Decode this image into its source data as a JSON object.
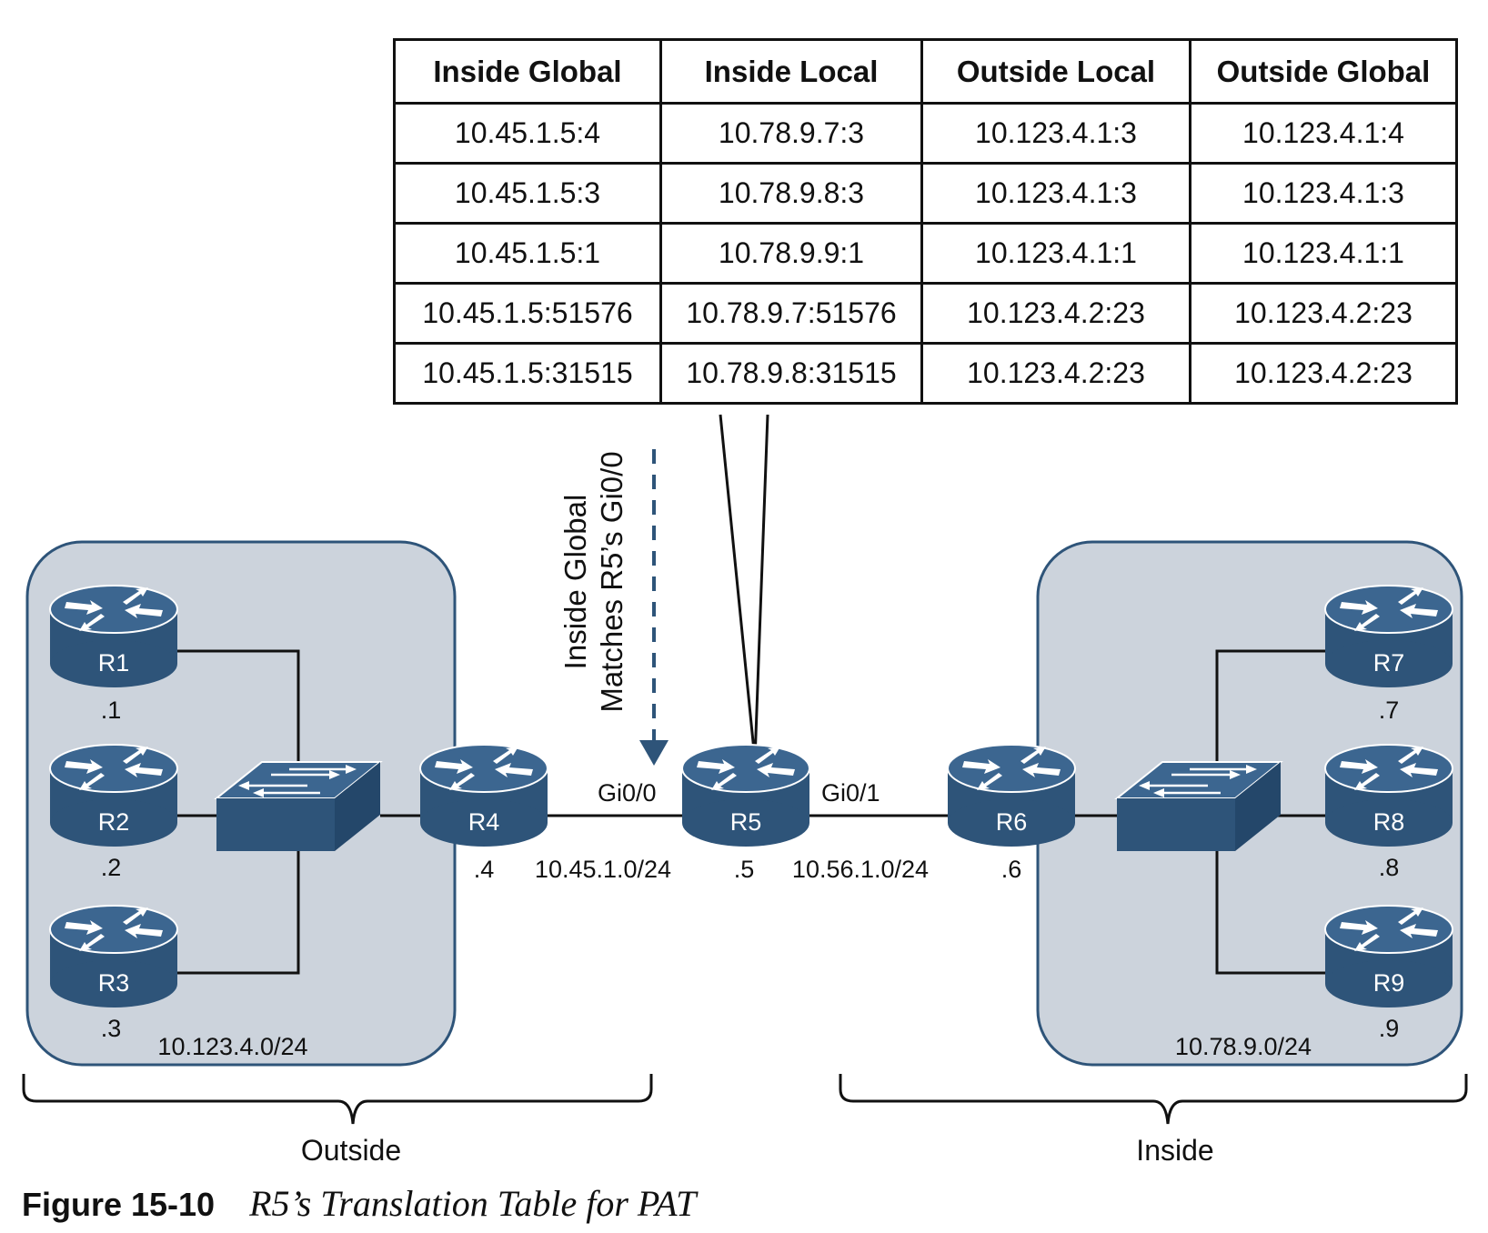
{
  "nat_table": {
    "headers": [
      "Inside Global",
      "Inside Local",
      "Outside Local",
      "Outside Global"
    ],
    "rows": [
      [
        "10.45.1.5:4",
        "10.78.9.7:3",
        "10.123.4.1:3",
        "10.123.4.1:4"
      ],
      [
        "10.45.1.5:3",
        "10.78.9.8:3",
        "10.123.4.1:3",
        "10.123.4.1:3"
      ],
      [
        "10.45.1.5:1",
        "10.78.9.9:1",
        "10.123.4.1:1",
        "10.123.4.1:1"
      ],
      [
        "10.45.1.5:51576",
        "10.78.9.7:51576",
        "10.123.4.2:23",
        "10.123.4.2:23"
      ],
      [
        "10.45.1.5:31515",
        "10.78.9.8:31515",
        "10.123.4.2:23",
        "10.123.4.2:23"
      ]
    ]
  },
  "annotation": {
    "line1": "Inside Global",
    "line2": "Matches R5’s Gi0/0"
  },
  "routers": {
    "r1": {
      "label": "R1",
      "addr": ".1"
    },
    "r2": {
      "label": "R2",
      "addr": ".2"
    },
    "r3": {
      "label": "R3",
      "addr": ".3"
    },
    "r4": {
      "label": "R4",
      "addr": ".4"
    },
    "r5": {
      "label": "R5",
      "addr": ".5"
    },
    "r6": {
      "label": "R6",
      "addr": ".6"
    },
    "r7": {
      "label": "R7",
      "addr": ".7"
    },
    "r8": {
      "label": "R8",
      "addr": ".8"
    },
    "r9": {
      "label": "R9",
      "addr": ".9"
    }
  },
  "interfaces": {
    "gi00": "Gi0/0",
    "gi01": "Gi0/1"
  },
  "subnets": {
    "outside_lan": "10.123.4.0/24",
    "inside_lan": "10.78.9.0/24",
    "r4_r5": "10.45.1.0/24",
    "r5_r6": "10.56.1.0/24"
  },
  "zones": {
    "outside": "Outside",
    "inside": "Inside"
  },
  "caption": {
    "number": "Figure 15-10",
    "title": "R5’s Translation Table for PAT"
  },
  "colors": {
    "device_fill": "#2e5479",
    "device_top": "#3c6690",
    "area_fill": "#ccd3dc",
    "area_border": "#2e5479",
    "annotation_arrow": "#2e5479"
  },
  "icons": {
    "router": "router-icon",
    "switch": "switch-icon"
  }
}
